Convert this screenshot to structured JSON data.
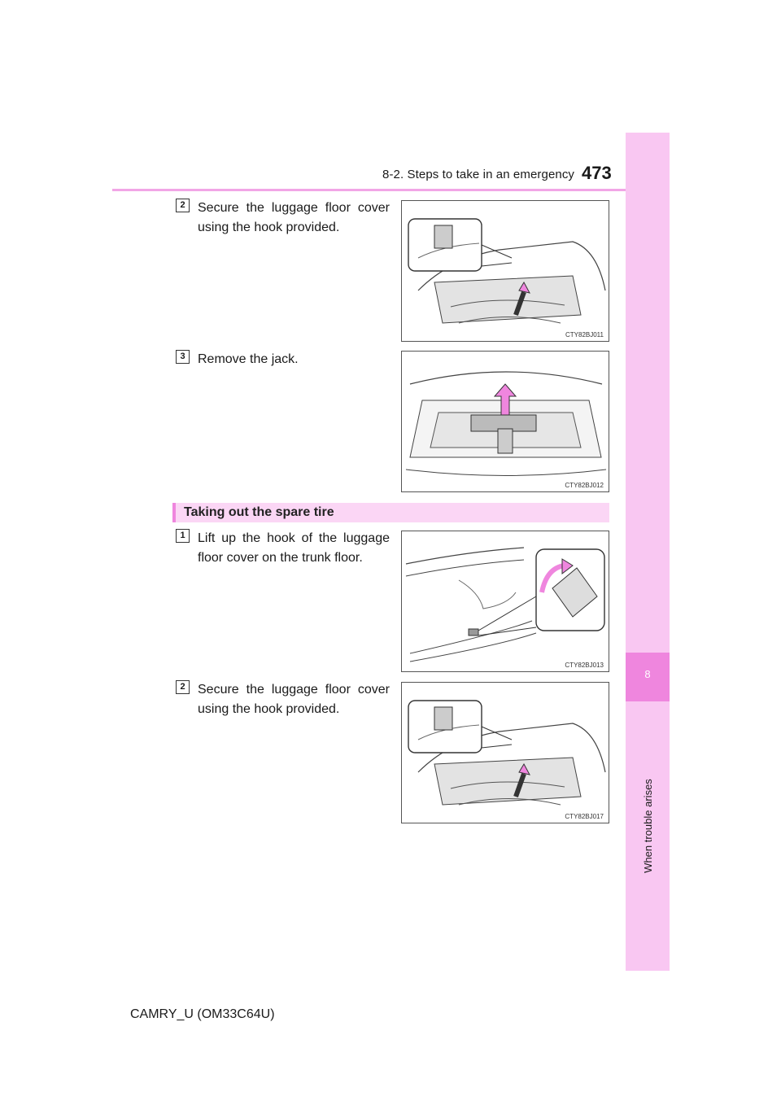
{
  "header": {
    "section_title": "8-2. Steps to take in an emergency",
    "page_number": "473"
  },
  "side_tab": {
    "chapter_number": "8",
    "chapter_label": "When trouble arises"
  },
  "steps_top": [
    {
      "number": "2",
      "text": "Secure the luggage floor cover using the hook provided.",
      "figure_code": "CTY82BJ011"
    },
    {
      "number": "3",
      "text": "Remove the jack.",
      "figure_code": "CTY82BJ012"
    }
  ],
  "section": {
    "heading": "Taking out the spare tire",
    "steps": [
      {
        "number": "1",
        "text": "Lift up the hook of the luggage floor cover on the trunk floor.",
        "figure_code": "CTY82BJ013"
      },
      {
        "number": "2",
        "text": "Secure the luggage floor cover using the hook provided.",
        "figure_code": "CTY82BJ017"
      }
    ]
  },
  "footer": {
    "model_code": "CAMRY_U (OM33C64U)"
  },
  "colors": {
    "accent_pink": "#ef86de",
    "tab_pink": "#f9c7f2",
    "rule_pink": "#f2a6e6"
  }
}
